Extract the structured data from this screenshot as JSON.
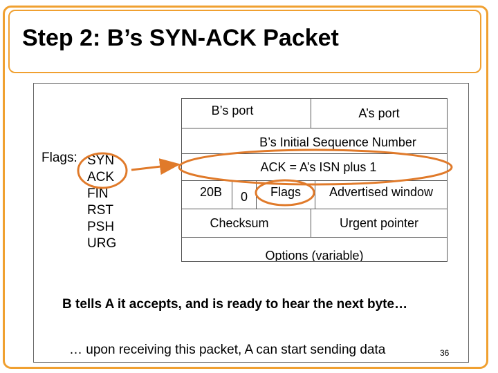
{
  "title": "Step 2: B’s SYN-ACK Packet",
  "header": {
    "src_port": "B’s port",
    "dst_port": "A’s port",
    "seq": "B’s Initial Sequence Number",
    "ack": "ACK = A’s ISN plus 1",
    "hdr_len": "20B",
    "zero": "0",
    "flags": "Flags",
    "window": "Advertised window",
    "checksum": "Checksum",
    "urgent": "Urgent pointer",
    "options": "Options (variable)"
  },
  "flags_label": "Flags:",
  "flags": [
    "SYN",
    "ACK",
    "FIN",
    "RST",
    "PSH",
    "URG"
  ],
  "caption": "B tells A it accepts, and is ready to hear the next byte…",
  "caption2": "… upon receiving this packet, A can start sending data",
  "page_number": "36",
  "colors": {
    "accent": "#f0a030",
    "circle": "#e07a2a"
  }
}
